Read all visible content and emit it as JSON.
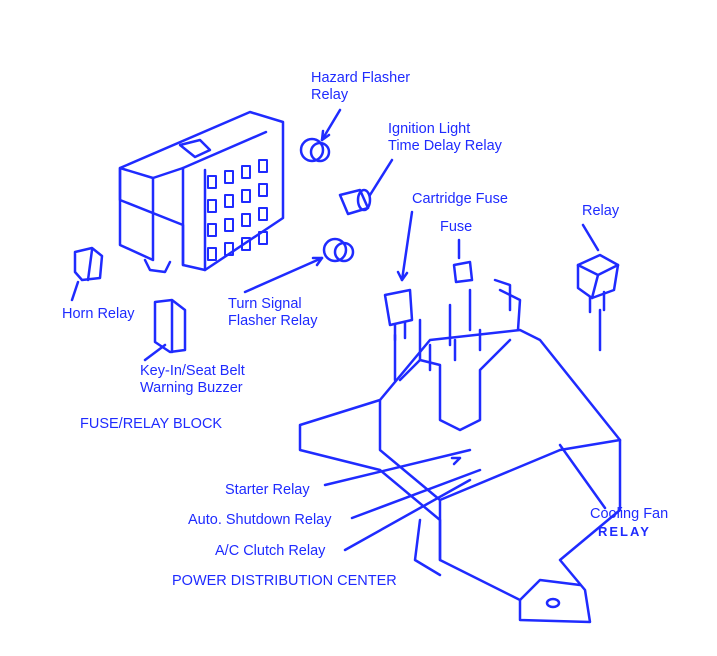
{
  "colors": {
    "ink": "#1f2bff",
    "background": "#ffffff"
  },
  "labels": {
    "hazard_flasher_relay": [
      "Hazard Flasher",
      "Relay"
    ],
    "ignition_light_relay": [
      "Ignition Light",
      "Time Delay Relay"
    ],
    "cartridge_fuse": "Cartridge Fuse",
    "fuse": "Fuse",
    "relay": "Relay",
    "horn_relay": "Horn Relay",
    "turn_signal_relay": [
      "Turn Signal",
      "Flasher Relay"
    ],
    "key_in_buzzer": [
      "Key-In/Seat Belt",
      "Warning Buzzer"
    ],
    "fuse_relay_block": "FUSE/RELAY BLOCK",
    "starter_relay": "Starter Relay",
    "auto_shutdown_relay": "Auto. Shutdown Relay",
    "ac_clutch_relay": "A/C Clutch Relay",
    "cooling_fan": [
      "Cooling Fan",
      "RELAY"
    ],
    "power_distribution_center": "POWER DISTRIBUTION CENTER"
  }
}
